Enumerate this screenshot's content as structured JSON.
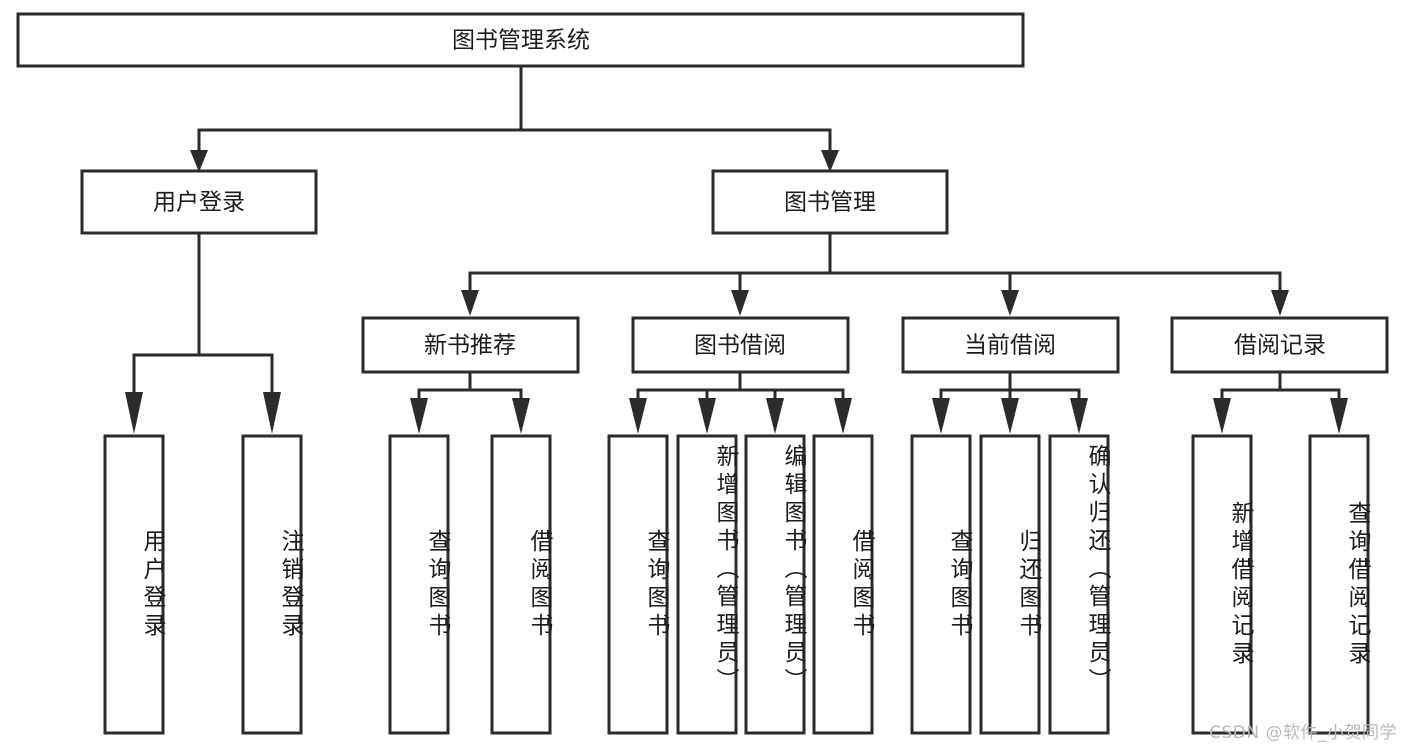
{
  "diagram": {
    "title": "图书管理系统",
    "type": "hierarchy-tree",
    "watermark": "CSDN @软件_小贺同学",
    "colors": {
      "stroke": "#2b2b2b",
      "box_fill": "#ffffff",
      "text": "#1c1c1c",
      "background": "#ffffff",
      "watermark": "#b9b9b9"
    },
    "levels": {
      "root": {
        "label": "图书管理系统"
      },
      "level2": [
        {
          "label": "用户登录"
        },
        {
          "label": "图书管理"
        }
      ],
      "level3": [
        {
          "label": "新书推荐"
        },
        {
          "label": "图书借阅"
        },
        {
          "label": "当前借阅"
        },
        {
          "label": "借阅记录"
        }
      ],
      "leaves": {
        "user_login": [
          {
            "label": "用户登录"
          },
          {
            "label": "注销登录"
          }
        ],
        "new_book_recommend": [
          {
            "label": "查询图书"
          },
          {
            "label": "借阅图书"
          }
        ],
        "book_borrow": [
          {
            "label": "查询图书"
          },
          {
            "label": "新增图书（管理员）"
          },
          {
            "label": "编辑图书（管理员）"
          },
          {
            "label": "借阅图书"
          }
        ],
        "current_borrow": [
          {
            "label": "查询图书"
          },
          {
            "label": "归还图书"
          },
          {
            "label": "确认归还（管理员）"
          }
        ],
        "borrow_record": [
          {
            "label": "新增借阅记录"
          },
          {
            "label": "查询借阅记录"
          }
        ]
      }
    }
  }
}
